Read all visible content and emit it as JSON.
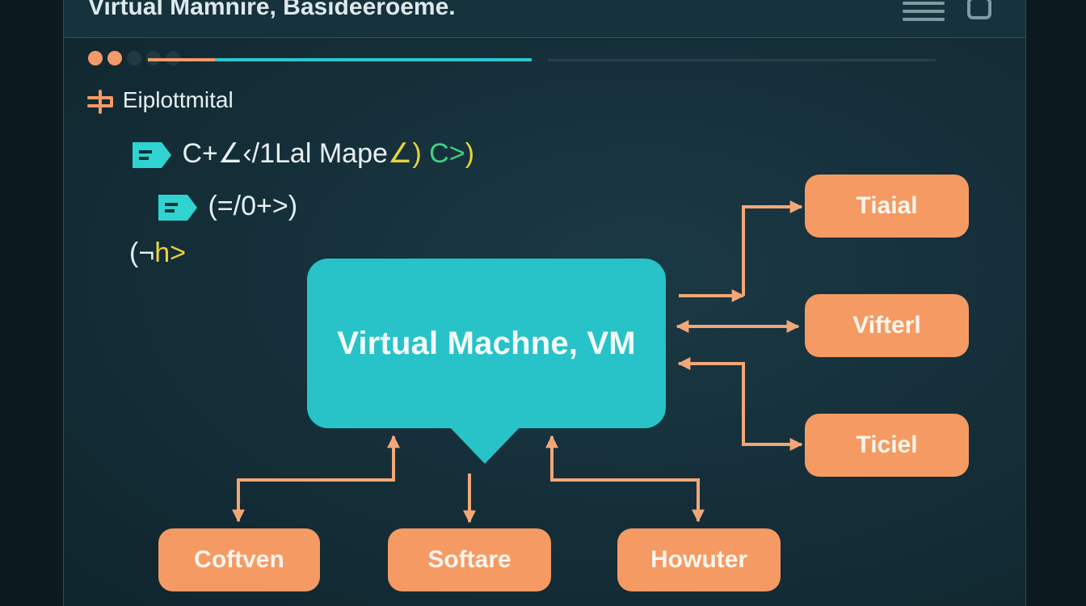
{
  "window": {
    "title": "Virtual Mamnire, Basideeroeme.",
    "menu_icon": "hamburger-menu-icon",
    "window_icon": "window-square-icon"
  },
  "status_dots": [
    {
      "color": "#f39a6b"
    },
    {
      "color": "#f39a6b"
    },
    {
      "color": "#203a43"
    },
    {
      "color": "#203a43"
    },
    {
      "color": "#203a43"
    }
  ],
  "progress": {
    "value": 0.45
  },
  "code": {
    "section_label": "Eiplottmital",
    "line1": {
      "text": "C+∠‹/1Lal Mape",
      "accent_yellow": "∠)",
      "accent_green": "C>",
      "accent_yellow_end": ")"
    },
    "line2": {
      "text": "(=/0+>)"
    },
    "line3": {
      "text": "(¬",
      "accent_yellow": "h>"
    }
  },
  "diagram": {
    "center": "Virtual Machne, VM",
    "right_nodes": [
      "Tiaial",
      "Vifterl",
      "Ticiel"
    ],
    "bottom_nodes": [
      "Coftven",
      "Softare",
      "Howuter"
    ]
  },
  "colors": {
    "accent_teal": "#27c3c8",
    "accent_orange": "#f59a63",
    "arrow": "#f2a777",
    "background": "#15303a"
  }
}
